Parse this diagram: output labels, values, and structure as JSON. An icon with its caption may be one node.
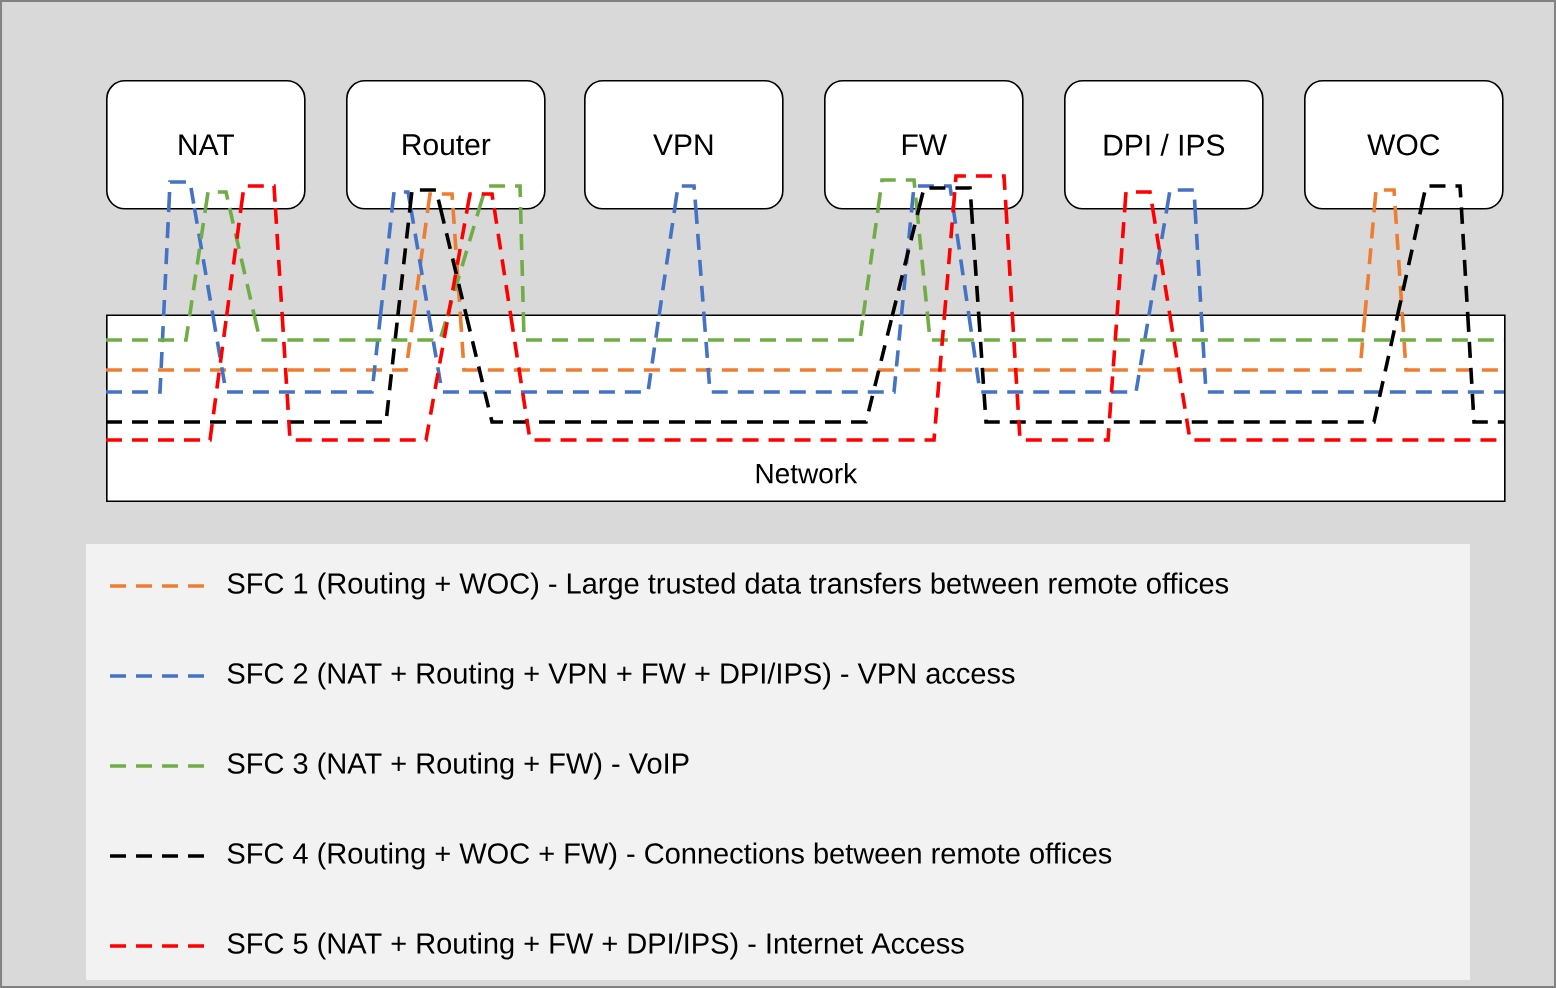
{
  "diagram": {
    "nodes": [
      {
        "text": [
          "NAT"
        ]
      },
      {
        "text": [
          "Router"
        ]
      },
      {
        "text": [
          "VPN"
        ]
      },
      {
        "text": [
          "FW"
        ]
      },
      {
        "text": [
          "DPI / IPS"
        ]
      },
      {
        "text": [
          "WOC"
        ]
      },
      {
        "text": [
          "Network"
        ]
      }
    ],
    "edges": [
      {
        "from": 6,
        "to": 1,
        "arrow": "none",
        "style": "dashed",
        "color": "#ed7d31"
      },
      {
        "from": 1,
        "to": 6,
        "arrow": "none",
        "style": "dashed",
        "color": "#ed7d31"
      },
      {
        "from": 6,
        "to": 5,
        "arrow": "none",
        "style": "dashed",
        "color": "#ed7d31"
      },
      {
        "from": 5,
        "to": 6,
        "arrow": "none",
        "style": "dashed",
        "color": "#ed7d31"
      },
      {
        "from": 6,
        "to": 0,
        "arrow": "none",
        "style": "dashed",
        "color": "#4472c4"
      },
      {
        "from": 0,
        "to": 6,
        "arrow": "none",
        "style": "dashed",
        "color": "#4472c4"
      },
      {
        "from": 6,
        "to": 1,
        "arrow": "none",
        "style": "dashed",
        "color": "#4472c4"
      },
      {
        "from": 1,
        "to": 6,
        "arrow": "none",
        "style": "dashed",
        "color": "#4472c4"
      },
      {
        "from": 6,
        "to": 2,
        "arrow": "none",
        "style": "dashed",
        "color": "#4472c4"
      },
      {
        "from": 2,
        "to": 6,
        "arrow": "none",
        "style": "dashed",
        "color": "#4472c4"
      },
      {
        "from": 6,
        "to": 3,
        "arrow": "none",
        "style": "dashed",
        "color": "#4472c4"
      },
      {
        "from": 3,
        "to": 6,
        "arrow": "none",
        "style": "dashed",
        "color": "#4472c4"
      },
      {
        "from": 6,
        "to": 4,
        "arrow": "none",
        "style": "dashed",
        "color": "#4472c4"
      },
      {
        "from": 4,
        "to": 6,
        "arrow": "none",
        "style": "dashed",
        "color": "#4472c4"
      },
      {
        "from": 6,
        "to": 0,
        "arrow": "none",
        "style": "dashed",
        "color": "#70ad47"
      },
      {
        "from": 0,
        "to": 6,
        "arrow": "none",
        "style": "dashed",
        "color": "#70ad47"
      },
      {
        "from": 6,
        "to": 1,
        "arrow": "none",
        "style": "dashed",
        "color": "#70ad47"
      },
      {
        "from": 1,
        "to": 6,
        "arrow": "none",
        "style": "dashed",
        "color": "#70ad47"
      },
      {
        "from": 6,
        "to": 3,
        "arrow": "none",
        "style": "dashed",
        "color": "#70ad47"
      },
      {
        "from": 3,
        "to": 6,
        "arrow": "none",
        "style": "dashed",
        "color": "#70ad47"
      },
      {
        "from": 6,
        "to": 1,
        "arrow": "none",
        "style": "dashed",
        "color": "#000000"
      },
      {
        "from": 1,
        "to": 6,
        "arrow": "none",
        "style": "dashed",
        "color": "#000000"
      },
      {
        "from": 6,
        "to": 3,
        "arrow": "none",
        "style": "dashed",
        "color": "#000000"
      },
      {
        "from": 3,
        "to": 6,
        "arrow": "none",
        "style": "dashed",
        "color": "#000000"
      },
      {
        "from": 6,
        "to": 5,
        "arrow": "none",
        "style": "dashed",
        "color": "#000000"
      },
      {
        "from": 5,
        "to": 6,
        "arrow": "none",
        "style": "dashed",
        "color": "#000000"
      },
      {
        "from": 6,
        "to": 0,
        "arrow": "none",
        "style": "dashed",
        "color": "#ff0000"
      },
      {
        "from": 0,
        "to": 6,
        "arrow": "none",
        "style": "dashed",
        "color": "#ff0000"
      },
      {
        "from": 6,
        "to": 1,
        "arrow": "none",
        "style": "dashed",
        "color": "#ff0000"
      },
      {
        "from": 1,
        "to": 6,
        "arrow": "none",
        "style": "dashed",
        "color": "#ff0000"
      },
      {
        "from": 6,
        "to": 3,
        "arrow": "none",
        "style": "dashed",
        "color": "#ff0000"
      },
      {
        "from": 3,
        "to": 6,
        "arrow": "none",
        "style": "dashed",
        "color": "#ff0000"
      },
      {
        "from": 6,
        "to": 4,
        "arrow": "none",
        "style": "dashed",
        "color": "#ff0000"
      },
      {
        "from": 4,
        "to": 6,
        "arrow": "none",
        "style": "dashed",
        "color": "#ff0000"
      }
    ],
    "legend": [
      {
        "text": "SFC 1 (Routing + WOC) - Large trusted data transfers between remote offices"
      },
      {
        "text": "SFC 2 (NAT + Routing + VPN + FW + DPI/IPS) - VPN access"
      },
      {
        "text": "SFC 3 (NAT + Routing + FW) - VoIP"
      },
      {
        "text": "SFC 4 (Routing + WOC + FW) - Connections between remote offices"
      },
      {
        "text": "SFC 5 (NAT + Routing + FW + DPI/IPS) - Internet Access"
      }
    ]
  }
}
